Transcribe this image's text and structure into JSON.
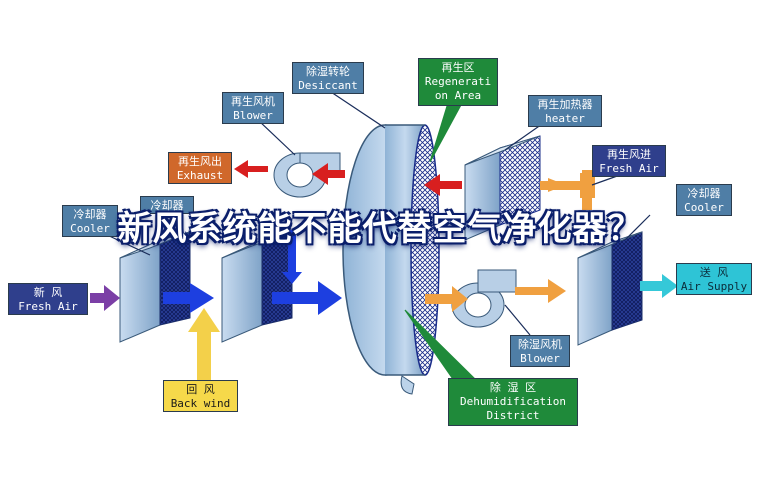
{
  "labels": {
    "desiccant": {
      "cn": "除湿转轮",
      "en": "Desiccant"
    },
    "regeneration": {
      "cn": "再生区",
      "en1": "Regenerati",
      "en2": "on Area"
    },
    "reg_blower": {
      "cn": "再生风机",
      "en": "Blower"
    },
    "reg_heater": {
      "cn": "再生加热器",
      "en": "heater"
    },
    "exhaust": {
      "cn": "再生风出",
      "en": "Exhaust"
    },
    "reg_air": {
      "cn": "再生风进",
      "en": "Fresh Air"
    },
    "cooler1": {
      "cn": "冷却器",
      "en": "Cooler"
    },
    "cooler2": {
      "cn": "冷却器"
    },
    "cooler3": {
      "cn": "冷却器",
      "en": "Cooler"
    },
    "fresh_air": {
      "cn": "新 风",
      "en": "Fresh Air"
    },
    "supply": {
      "cn": "送 风",
      "en": "Air Supply"
    },
    "dehum_blower": {
      "cn": "除湿风机",
      "en": "Blower"
    },
    "back_wind": {
      "cn": "回 风",
      "en": "Back wind"
    },
    "dehum_district": {
      "cn": "除 湿 区",
      "en1": "Dehumidification",
      "en2": "District"
    }
  },
  "overlay_title": "新风系统能不能代替空气净化器？",
  "colors": {
    "label_blue": "#4f7ea6",
    "label_green": "#1f8a3a",
    "label_orange": "#d0682b",
    "label_navy": "#2f3f8c",
    "label_cyan": "#2ec4d6",
    "label_yellow": "#f6d94a",
    "arrow_red": "#d81f1f",
    "arrow_blue": "#1d3fe0",
    "arrow_orange": "#f0a040",
    "arrow_purple": "#7b3fa6",
    "arrow_yellow": "#f3d04a",
    "arrow_cyan": "#35c8d8",
    "unit_body": "#a9c6e3"
  }
}
